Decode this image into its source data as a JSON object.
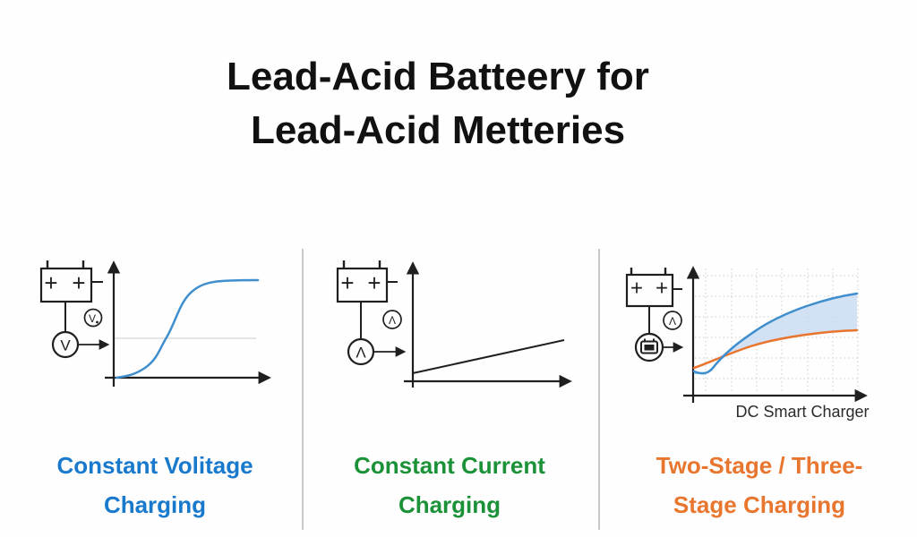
{
  "title": {
    "line1": "Lead-Acid Batteery for",
    "line2": "Lead-Acid Metteries"
  },
  "colors": {
    "blue_label": "#1879cd",
    "green_label": "#1b9138",
    "orange_label": "#e8762e",
    "blue_curve": "#3f8ecd",
    "orange_curve": "#e8742e",
    "band_fill": "#c7d9f1",
    "grid": "#cfcfcf",
    "ink": "#1f1f1f"
  },
  "panels": [
    {
      "id": "constant-voltage",
      "label_line1": "Constant Volitage",
      "label_line2": "Charging",
      "battery_plus_left": "+",
      "battery_plus_right": "+",
      "meter_symbol": "V",
      "sub_meter_symbol": "V",
      "curve_type": "sigmoid-voltage-curve"
    },
    {
      "id": "constant-current",
      "label_line1": "Constant Current",
      "label_line2": "Charging",
      "battery_plus_left": "+",
      "battery_plus_right": "+",
      "meter_symbol": "Λ",
      "sub_meter_symbol": "Λ",
      "curve_type": "linear-current-ramp"
    },
    {
      "id": "two-stage-three-stage",
      "label_line1": "Two-Stage / Three-",
      "label_line2": "Stage Charging",
      "battery_plus_left": "+",
      "battery_plus_right": "+",
      "meter_symbol": "battery-charger-icon",
      "sub_meter_symbol": "Λ",
      "caption": "DC Smart Charger",
      "curve_type": "two-band-charging-curves"
    }
  ]
}
